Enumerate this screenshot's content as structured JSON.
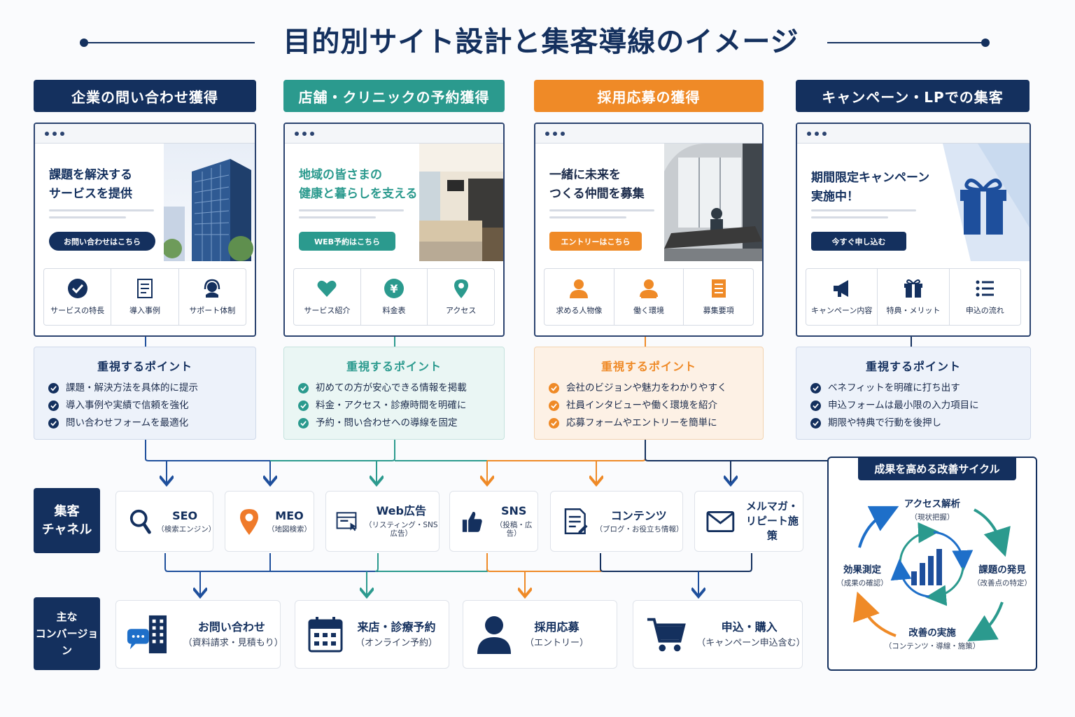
{
  "title": "目的別サイト設計と集客導線のイメージ",
  "colors": {
    "navy": "#14305e",
    "teal": "#2b9a8e",
    "orange": "#ef8a27",
    "blue": "#1e4f9c"
  },
  "columns": [
    {
      "header": "企業の問い合わせ獲得",
      "hero_text": "課題を解決する\nサービスを提供",
      "cta": "お問い合わせはこちら",
      "features": [
        {
          "icon": "check-circle-icon",
          "label": "サービスの特長"
        },
        {
          "icon": "document-icon",
          "label": "導入事例"
        },
        {
          "icon": "headset-icon",
          "label": "サポート体制"
        }
      ],
      "point_title": "重視するポイント",
      "points": [
        "課題・解決方法を具体的に提示",
        "導入事例や実績で信頼を強化",
        "問い合わせフォームを最適化"
      ]
    },
    {
      "header": "店舗・クリニックの予約獲得",
      "hero_text": "地域の皆さまの\n健康と暮らしを支える",
      "cta": "WEB予約はこちら",
      "features": [
        {
          "icon": "heart-icon",
          "label": "サービス紹介"
        },
        {
          "icon": "yen-icon",
          "label": "料金表"
        },
        {
          "icon": "map-pin-icon",
          "label": "アクセス"
        }
      ],
      "point_title": "重視するポイント",
      "points": [
        "初めての方が安心できる情報を掲載",
        "料金・アクセス・診療時間を明確に",
        "予約・問い合わせへの導線を固定"
      ]
    },
    {
      "header": "採用応募の獲得",
      "hero_text": "一緒に未来を\nつくる仲間を募集",
      "cta": "エントリーはこちら",
      "features": [
        {
          "icon": "person-icon",
          "label": "求める人物像"
        },
        {
          "icon": "worker-icon",
          "label": "働く環境"
        },
        {
          "icon": "list-doc-icon",
          "label": "募集要項"
        }
      ],
      "point_title": "重視するポイント",
      "points": [
        "会社のビジョンや魅力をわかりやすく",
        "社員インタビューや働く環境を紹介",
        "応募フォームやエントリーを簡単に"
      ]
    },
    {
      "header": "キャンペーン・LPでの集客",
      "hero_text": "期間限定キャンペーン\n実施中！",
      "cta": "今すぐ申し込む",
      "features": [
        {
          "icon": "megaphone-icon",
          "label": "キャンペーン内容"
        },
        {
          "icon": "gift-icon",
          "label": "特典・メリット"
        },
        {
          "icon": "list-icon",
          "label": "申込の流れ"
        }
      ],
      "point_title": "重視するポイント",
      "points": [
        "ベネフィットを明確に打ち出す",
        "申込フォームは最小限の入力項目に",
        "期限や特典で行動を後押し"
      ]
    }
  ],
  "channels_label": "集客\nチャネル",
  "channels": [
    {
      "icon": "search-icon",
      "main": "SEO",
      "sub": "（検索エンジン）"
    },
    {
      "icon": "map-pin-icon",
      "main": "MEO",
      "sub": "（地図検索）"
    },
    {
      "icon": "browser-ad-icon",
      "main": "Web広告",
      "sub": "（リスティング・SNS広告）"
    },
    {
      "icon": "thumbs-up-icon",
      "main": "SNS",
      "sub": "（投稿・広告）"
    },
    {
      "icon": "content-doc-icon",
      "main": "コンテンツ",
      "sub": "（ブログ・お役立ち情報）"
    },
    {
      "icon": "mail-icon",
      "main": "メルマガ・\nリピート施策",
      "sub": ""
    }
  ],
  "conversions_label": "主な\nコンバージョン",
  "conversions": [
    {
      "icon": "building-chat-icon",
      "main": "お問い合わせ",
      "sub": "（資料請求・見積もり）"
    },
    {
      "icon": "calendar-icon",
      "main": "来店・診療予約",
      "sub": "（オンライン予約）"
    },
    {
      "icon": "person-icon",
      "main": "採用応募",
      "sub": "（エントリー）"
    },
    {
      "icon": "cart-icon",
      "main": "申込・購入",
      "sub": "（キャンペーン申込含む）"
    }
  ],
  "cycle": {
    "title": "成果を高める改善サイクル",
    "nodes": [
      {
        "main": "アクセス解析",
        "sub": "（現状把握）"
      },
      {
        "main": "課題の発見",
        "sub": "（改善点の特定）"
      },
      {
        "main": "改善の実施",
        "sub": "（コンテンツ・導線・施策）"
      },
      {
        "main": "効果測定",
        "sub": "（成果の確認）"
      }
    ]
  }
}
